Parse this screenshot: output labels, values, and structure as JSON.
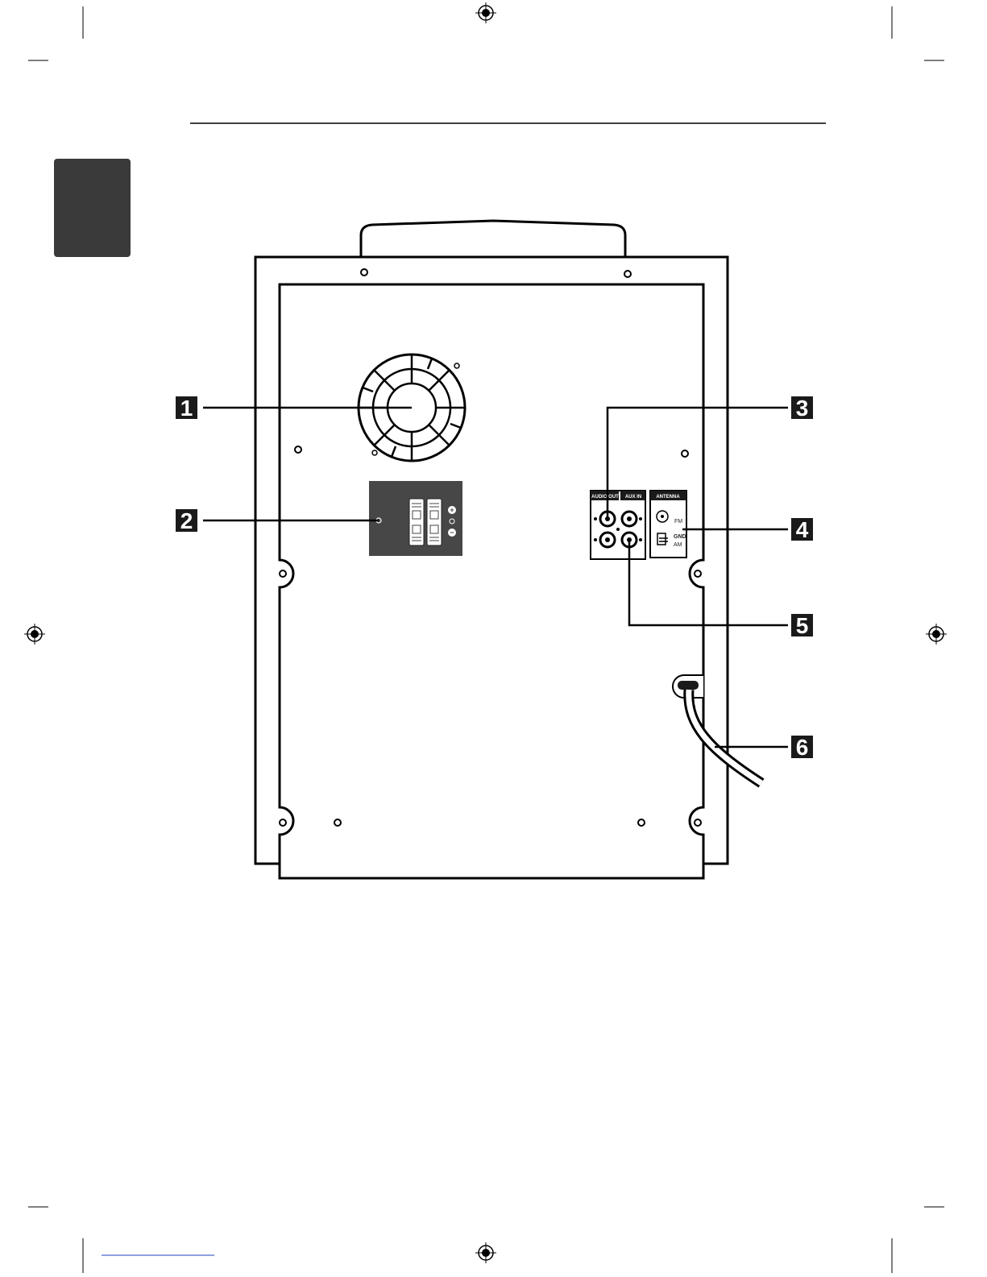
{
  "callouts": [
    "1",
    "2",
    "3",
    "4",
    "5",
    "6"
  ],
  "jack_panel": {
    "audio_out_label": "AUDIO OUT",
    "aux_in_label": "AUX IN"
  },
  "antenna_panel": {
    "title": "ANTENNA",
    "fm_label": "FM",
    "gnd_label": "GND",
    "am_label": "AM"
  },
  "speaker_terminal": {
    "plus_symbol": "+",
    "minus_symbol": "−"
  },
  "colors": {
    "ink": "#1a1a1a",
    "tab": "#3a3a3a",
    "terminal_panel": "#474747"
  }
}
